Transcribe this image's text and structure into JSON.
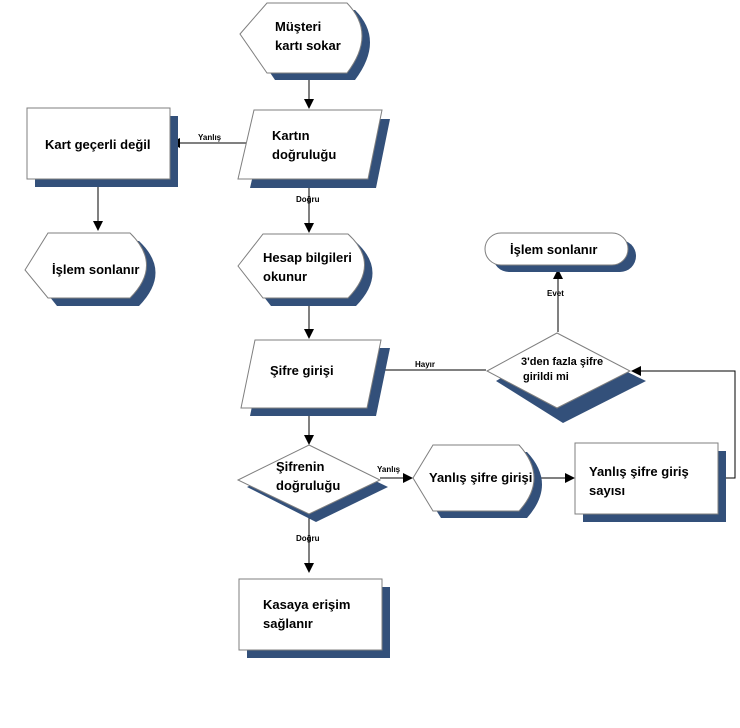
{
  "colors": {
    "shadow": "#33507a",
    "border": "#7f7f7f",
    "line": "#000000",
    "background": "#ffffff"
  },
  "nodes": {
    "musteri_karti": {
      "line1": "Müşteri",
      "line2": "kartı sokar"
    },
    "kartin_dogrulugu": {
      "line1": "Kartın",
      "line2": "doğruluğu"
    },
    "kart_gecersiz": {
      "line1": "Kart geçerli değil"
    },
    "islem_sonlanir_left": {
      "line1": "İşlem sonlanır"
    },
    "hesap_bilgileri": {
      "line1": "Hesap bilgileri",
      "line2": "okunur"
    },
    "islem_sonlanir_right": {
      "line1": "İşlem sonlanır"
    },
    "sifre_girisi": {
      "line1": "Şifre girişi"
    },
    "fazla_sifre": {
      "line1": "3'den fazla şifre",
      "line2": "girildi mi"
    },
    "sifrenin_dogrulugu": {
      "line1": "Şifrenin",
      "line2": "doğruluğu"
    },
    "yanlis_sifre_girisi": {
      "line1": "Yanlış şifre girişi"
    },
    "yanlis_sifre_sayisi": {
      "line1": "Yanlış şifre giriş",
      "line2": "sayısı"
    },
    "kasaya_erisim": {
      "line1": "Kasaya erişim",
      "line2": "sağlanır"
    }
  },
  "edges": {
    "kart_yanlis": "Yanlış",
    "kart_dogru": "Doğru",
    "evet": "Evet",
    "hayir": "Hayır",
    "sifre_yanlis": "Yanlış",
    "sifre_dogru": "Doğru"
  }
}
